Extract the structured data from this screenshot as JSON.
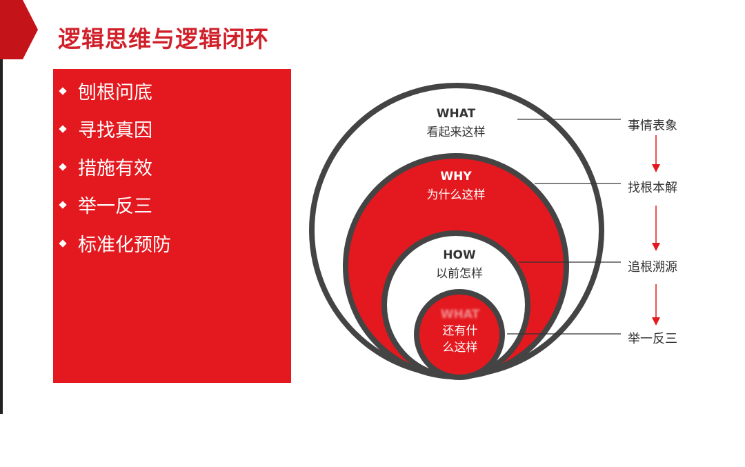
{
  "title": "逻辑思维与逻辑闭环",
  "bullets": [
    "刨根问底",
    "寻找真因",
    "措施有效",
    "举一反三",
    "标准化预防"
  ],
  "circles": [
    {
      "en": "WHAT",
      "zh": "看起来这样"
    },
    {
      "en": "WHY",
      "zh": "为什么这样"
    },
    {
      "en": "HOW",
      "zh": "以前怎样"
    },
    {
      "en": "WHAT",
      "zh": "还有什么这样"
    }
  ],
  "labels": [
    "事情表象",
    "找根本解",
    "追根溯源",
    "举一反三"
  ],
  "colors": {
    "accent": "#e4191f",
    "ring": "#444444"
  }
}
